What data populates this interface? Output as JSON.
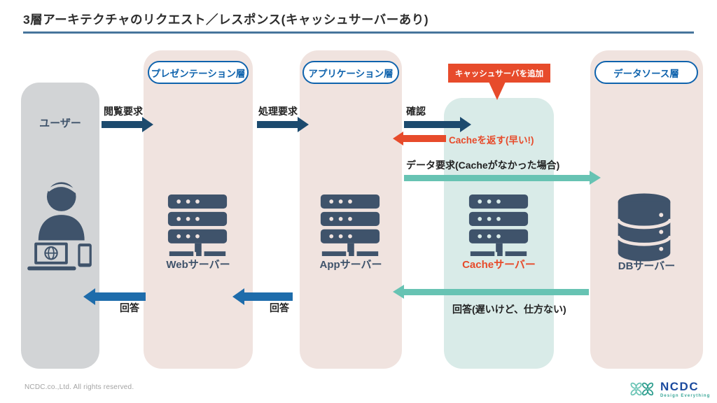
{
  "title": "3層アーキテクチャのリクエスト／レスポンス(キャッシュサーバーあり)",
  "layers": {
    "user": {
      "label": "ユーザー"
    },
    "presentation": {
      "header": "プレゼンテーション層",
      "server": "Webサーバー"
    },
    "application": {
      "header": "アプリケーション層",
      "server": "Appサーバー"
    },
    "cache": {
      "callout": "キャッシュサーバを追加",
      "server": "Cacheサーバー"
    },
    "datasource": {
      "header": "データソース層",
      "server": "DBサーバー"
    }
  },
  "flows": {
    "browse_request": "閲覧要求",
    "process_request": "処理要求",
    "confirm": "確認",
    "cache_hit": "Cacheを返す(早い!)",
    "data_request": "データ要求(Cacheがなかった場合)",
    "db_response": "回答(遅いけど、仕方ない)",
    "app_response": "回答",
    "web_response": "回答"
  },
  "footer": {
    "copyright": "NCDC.co.,Ltd. All rights reserved."
  },
  "logo": {
    "name": "NCDC",
    "tagline": "Design Everything"
  },
  "colors": {
    "navy_arrow": "#1c4a6e",
    "blue_arrow": "#1e6cab",
    "teal_arrow": "#67c3b3",
    "red_accent": "#e74b2b",
    "pill_blue": "#0f63ad",
    "icon_slate": "#3f536b",
    "column_pink": "#f0e3df",
    "column_teal": "#d9ebe8",
    "column_gray": "#d2d4d6",
    "title_rule": "#47759c"
  }
}
